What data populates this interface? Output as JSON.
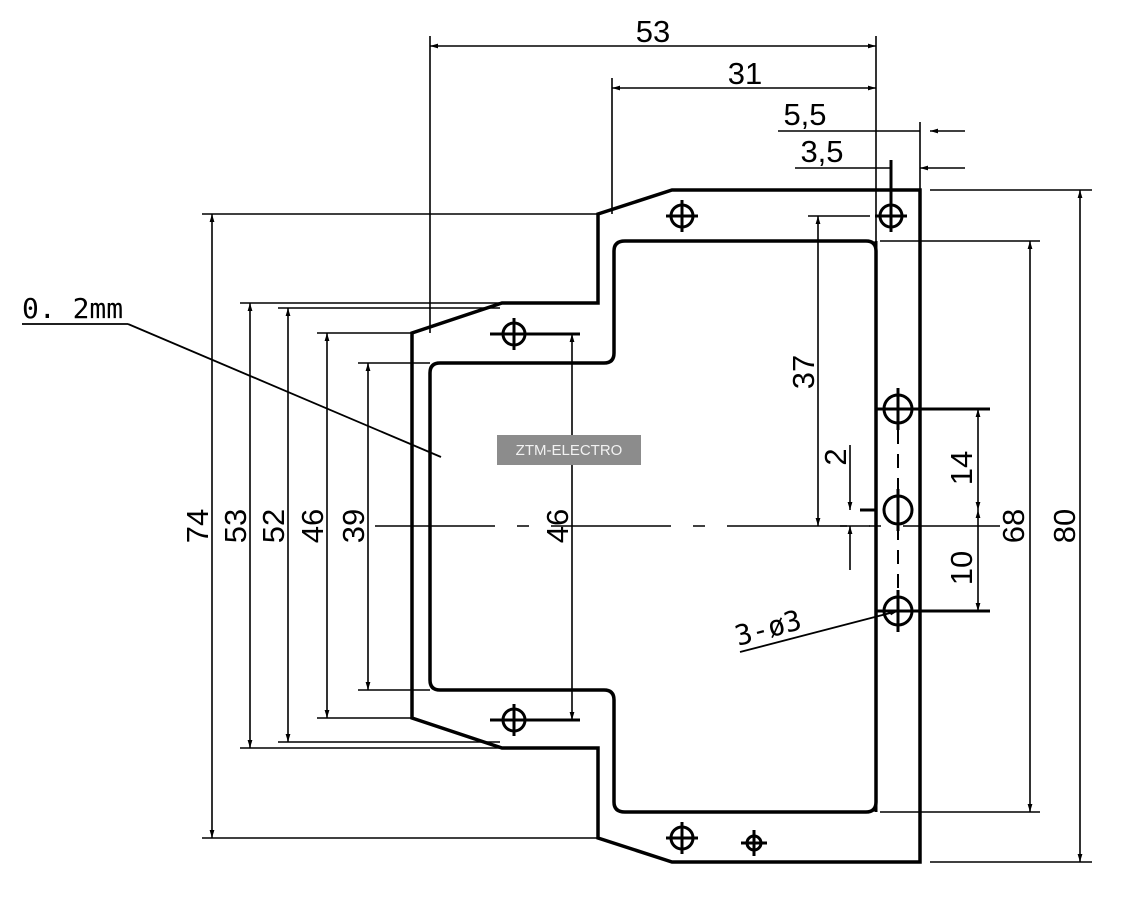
{
  "dimensions": {
    "top_width_total": "53",
    "top_width_31": "31",
    "top_5_5": "5,5",
    "top_3_5": "3,5",
    "height_74": "74",
    "height_53": "53",
    "height_52": "52",
    "height_46_left": "46",
    "height_39": "39",
    "height_46_center": "46",
    "dim_37": "37",
    "dim_2": "2",
    "dim_14": "14",
    "dim_10": "10",
    "height_68": "68",
    "height_80": "80"
  },
  "labels": {
    "thickness": "0. 2mm",
    "holes": "3-ø3"
  },
  "watermark": "ZTM-ELECTRO",
  "colors": {
    "line": "#000000",
    "watermark_bg": "#8c8c8c",
    "watermark_text": "#f2f2f2"
  }
}
